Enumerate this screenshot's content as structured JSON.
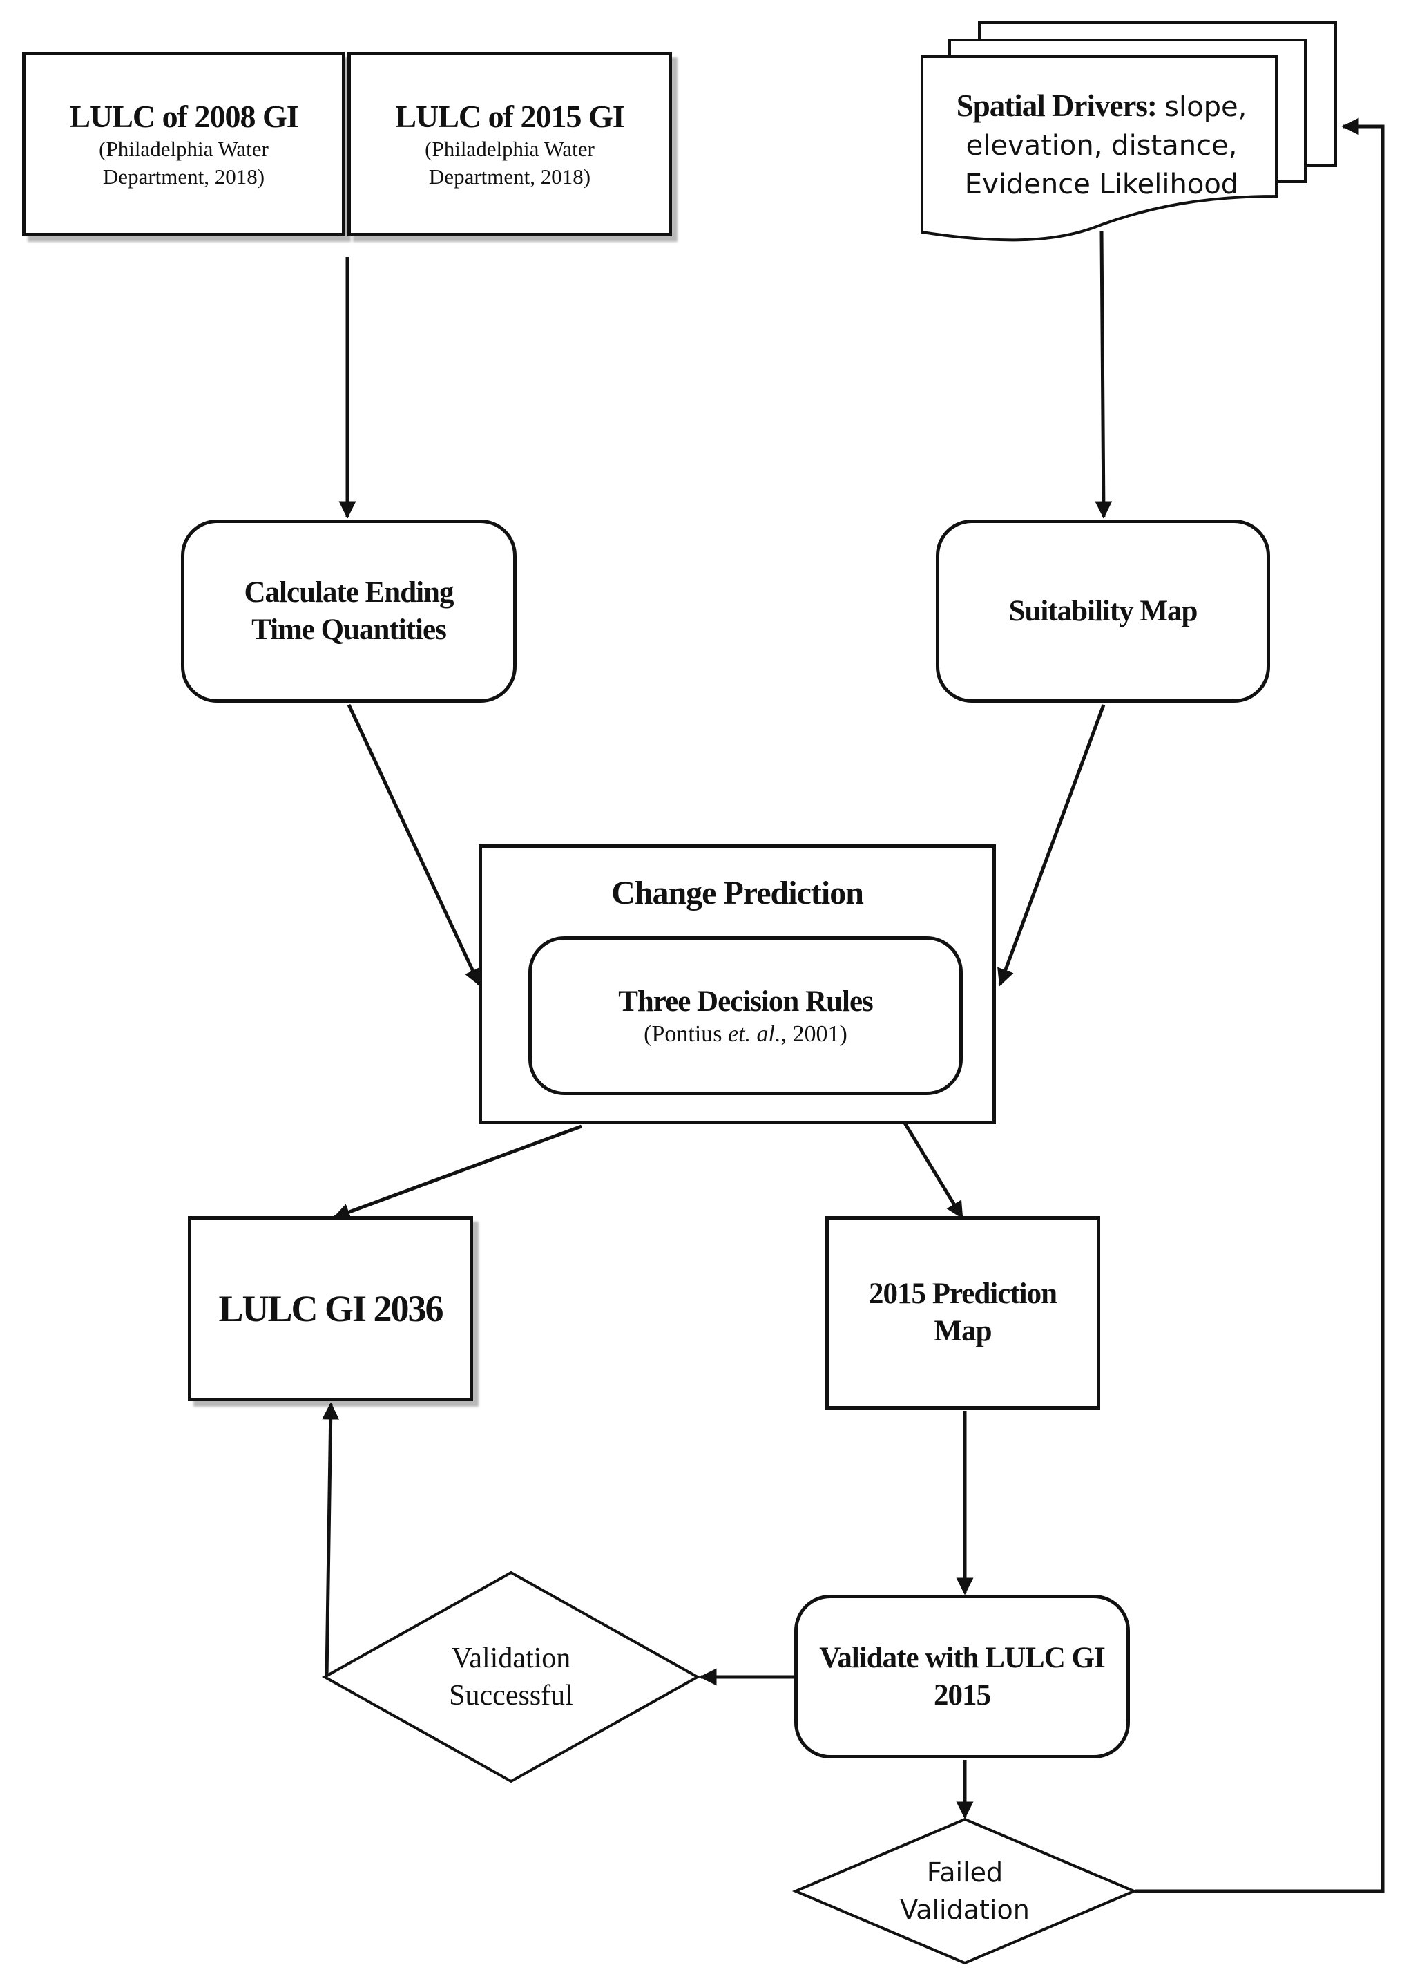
{
  "nodes": {
    "lulc_2008": {
      "title": "LULC of 2008 GI",
      "source": "(Philadelphia Water Department, 2018)"
    },
    "lulc_2015": {
      "title": "LULC of 2015 GI",
      "source": "(Philadelphia Water Department, 2018)"
    },
    "spatial_drivers": {
      "label_bold": "Spatial Drivers:",
      "label_rest": "slope, elevation, distance, Evidence Likelihood"
    },
    "calc_ending": {
      "label": "Calculate Ending Time Quantities"
    },
    "suitability": {
      "label": "Suitability Map"
    },
    "change_prediction": {
      "title": "Change Prediction"
    },
    "decision_rules": {
      "title": "Three Decision Rules",
      "cite_pre": "(Pontius ",
      "cite_italic": "et. al.",
      "cite_post": ", 2001)"
    },
    "lulc_2036": {
      "label": "LULC GI 2036"
    },
    "prediction_2015": {
      "label": "2015 Prediction Map"
    },
    "validate": {
      "label": "Validate with LULC GI 2015"
    },
    "validation_ok": {
      "label": "Validation Successful"
    },
    "validation_fail": {
      "label": "Failed Validation"
    }
  },
  "colors": {
    "stroke": "#111111",
    "background": "#ffffff"
  }
}
